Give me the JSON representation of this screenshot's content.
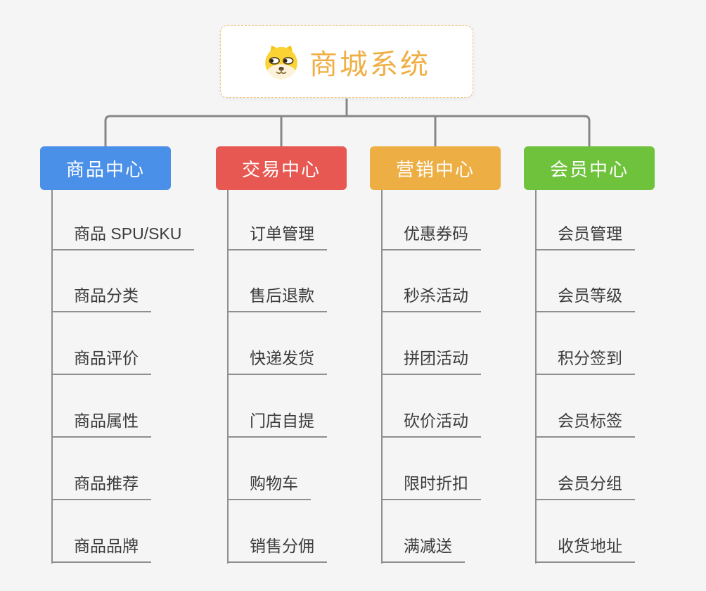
{
  "root": {
    "title": "商城系统",
    "title_color": "#EFAF45",
    "icon": "dog-face-icon"
  },
  "palette": {
    "canvas_background": "#F5F5F6",
    "root_border": "#F2C179",
    "connector_line": "#878787",
    "leaf_line": "#8F8F8F",
    "leaf_text": "#3B3B3B"
  },
  "branches": [
    {
      "label": "商品中心",
      "color": "#4A90E8",
      "items": [
        "商品 SPU/SKU",
        "商品分类",
        "商品评价",
        "商品属性",
        "商品推荐",
        "商品品牌"
      ]
    },
    {
      "label": "交易中心",
      "color": "#E65851",
      "items": [
        "订单管理",
        "售后退款",
        "快递发货",
        "门店自提",
        "购物车",
        "销售分佣"
      ]
    },
    {
      "label": "营销中心",
      "color": "#EDAE44",
      "items": [
        "优惠券码",
        "秒杀活动",
        "拼团活动",
        "砍价活动",
        "限时折扣",
        "满减送"
      ]
    },
    {
      "label": "会员中心",
      "color": "#6EC23C",
      "items": [
        "会员管理",
        "会员等级",
        "积分签到",
        "会员标签",
        "会员分组",
        "收货地址"
      ]
    }
  ]
}
